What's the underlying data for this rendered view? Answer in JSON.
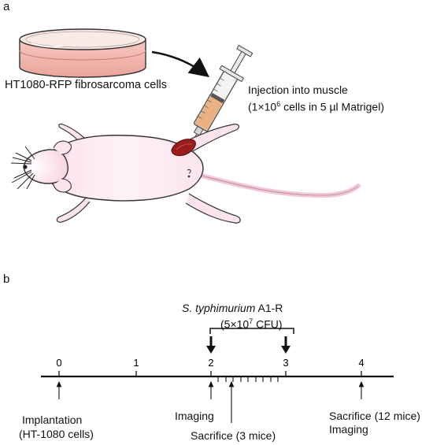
{
  "panel_a": {
    "letter": "a",
    "culture_label": "HT1080-RFP fibrosarcoma cells",
    "injection_line1": "Injection into muscle",
    "injection_line2_pre": "(1×10",
    "injection_line2_sup": "6",
    "injection_line2_post": " cells in 5 µl Matrigel)",
    "icons": [
      "petri-dish-icon",
      "syringe-icon",
      "mouse-icon",
      "tumor-icon"
    ]
  },
  "panel_b": {
    "letter": "b",
    "treatment_name_italic": "S. typhimurium",
    "treatment_name_rest": " A1-R",
    "dose_pre": "(5×10",
    "dose_sup": "7",
    "dose_post": " CFU)",
    "tick_labels": [
      "0",
      "1",
      "2",
      "3",
      "4"
    ],
    "events": {
      "implantation_line1": "Implantation",
      "implantation_line2": "(HT-1080 cells)",
      "imaging_1": "Imaging",
      "sacrifice_3": "Sacrifice (3 mice)",
      "sacrifice_12": "Sacrifice (12 mice)",
      "imaging_2": "Imaging"
    },
    "colors": {
      "line": "#111111"
    }
  }
}
